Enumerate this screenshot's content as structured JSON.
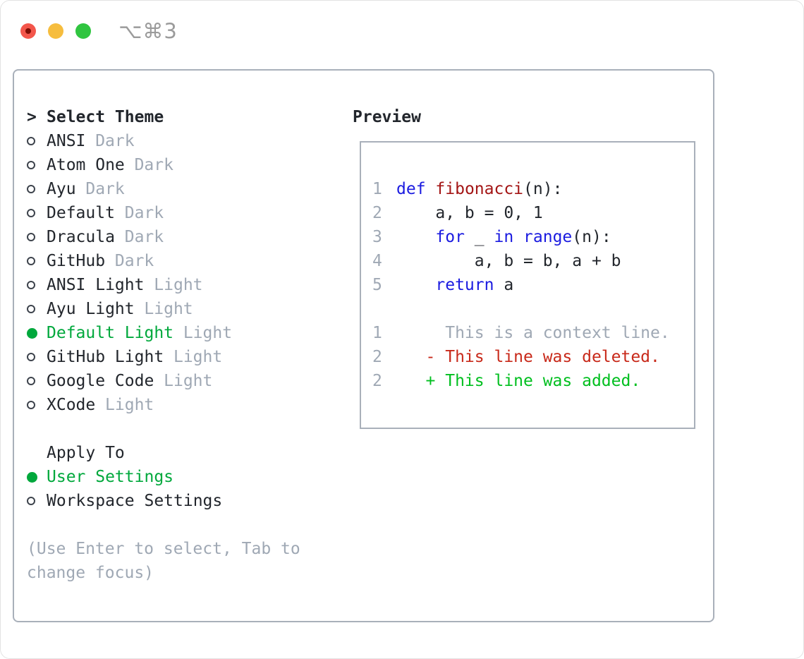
{
  "window": {
    "title": "⌥⌘3"
  },
  "colors": {
    "accent_green": "#00a83c",
    "added": "#00bf1f",
    "deleted": "#c8291a",
    "keyword": "#1b1be0",
    "function": "#a31515",
    "muted": "#9fa8b4",
    "text": "#22262c",
    "panel_border": "#a9b0ba",
    "title": "#9b9b9b",
    "traffic_red": "#f3564b",
    "traffic_red_dot": "#7e0d04",
    "traffic_yellow": "#f6bd3e",
    "traffic_green": "#30c540"
  },
  "theme_panel": {
    "header": {
      "prefix": ">",
      "label": "Select Theme"
    },
    "themes": [
      {
        "name": "ANSI",
        "variant": "Dark",
        "selected": false
      },
      {
        "name": "Atom One",
        "variant": "Dark",
        "selected": false
      },
      {
        "name": "Ayu",
        "variant": "Dark",
        "selected": false
      },
      {
        "name": "Default",
        "variant": "Dark",
        "selected": false
      },
      {
        "name": "Dracula",
        "variant": "Dark",
        "selected": false
      },
      {
        "name": "GitHub",
        "variant": "Dark",
        "selected": false
      },
      {
        "name": "ANSI Light",
        "variant": "Light",
        "selected": false
      },
      {
        "name": "Ayu Light",
        "variant": "Light",
        "selected": false
      },
      {
        "name": "Default Light",
        "variant": "Light",
        "selected": true
      },
      {
        "name": "GitHub Light",
        "variant": "Light",
        "selected": false
      },
      {
        "name": "Google Code",
        "variant": "Light",
        "selected": false
      },
      {
        "name": "XCode",
        "variant": "Light",
        "selected": false
      }
    ],
    "apply_to": {
      "label": "Apply To",
      "options": [
        {
          "name": "User Settings",
          "selected": true
        },
        {
          "name": "Workspace Settings",
          "selected": false
        }
      ]
    },
    "hint": "(Use Enter to select, Tab to change focus)"
  },
  "preview": {
    "heading": "Preview",
    "lines": [
      {
        "num": "1",
        "tokens": [
          {
            "t": "def",
            "c": "kw"
          },
          {
            "t": " ",
            "c": "code"
          },
          {
            "t": "fibonacci",
            "c": "fn"
          },
          {
            "t": "(n):",
            "c": "code"
          }
        ]
      },
      {
        "num": "2",
        "tokens": [
          {
            "t": "    a, b = 0, 1",
            "c": "code"
          }
        ]
      },
      {
        "num": "3",
        "tokens": [
          {
            "t": "    ",
            "c": "code"
          },
          {
            "t": "for",
            "c": "kw"
          },
          {
            "t": " _ ",
            "c": "code"
          },
          {
            "t": "in",
            "c": "kw"
          },
          {
            "t": " ",
            "c": "code"
          },
          {
            "t": "range",
            "c": "kw"
          },
          {
            "t": "(n):",
            "c": "code"
          }
        ]
      },
      {
        "num": "4",
        "tokens": [
          {
            "t": "        a, b = b, a + b",
            "c": "code"
          }
        ]
      },
      {
        "num": "5",
        "tokens": [
          {
            "t": "    ",
            "c": "code"
          },
          {
            "t": "return",
            "c": "kw"
          },
          {
            "t": " a",
            "c": "code"
          }
        ]
      },
      {
        "num": "",
        "tokens": []
      },
      {
        "num": "1",
        "tokens": [
          {
            "t": "     This is a context line.",
            "c": "ctx"
          }
        ]
      },
      {
        "num": "2",
        "tokens": [
          {
            "t": "   - This line was deleted.",
            "c": "del"
          }
        ]
      },
      {
        "num": "2",
        "tokens": [
          {
            "t": "   + This line was added.",
            "c": "add"
          }
        ]
      }
    ]
  }
}
